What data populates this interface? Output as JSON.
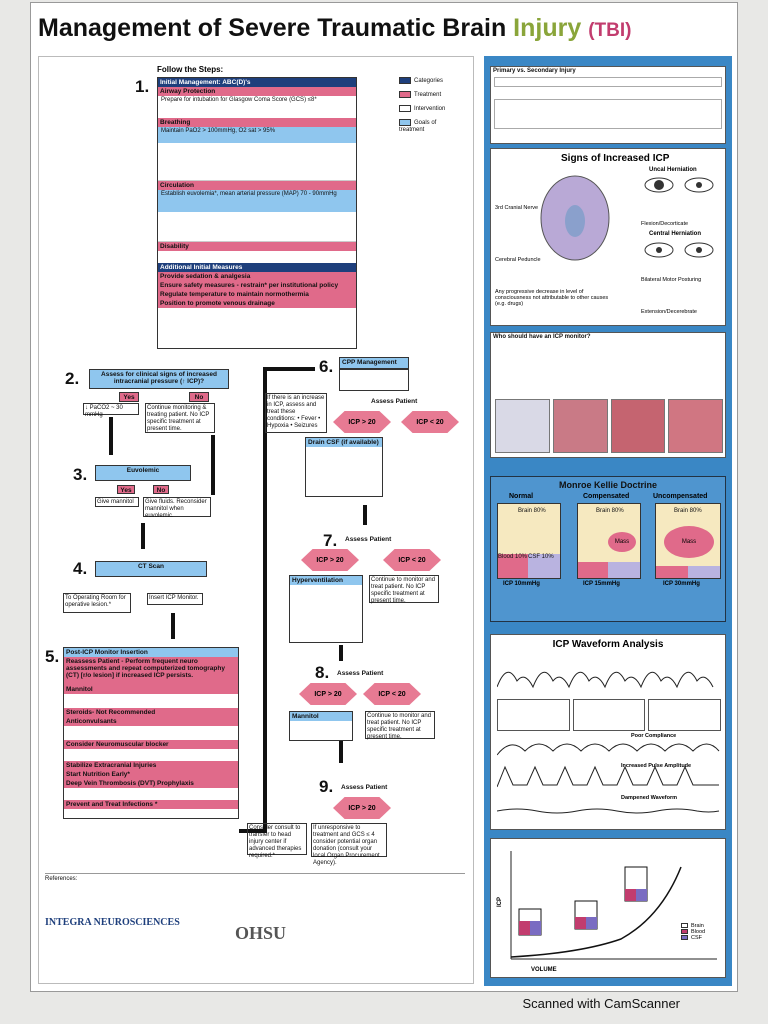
{
  "title": {
    "main": "Management of Severe Traumatic Brain",
    "injury": "Injury",
    "abbr": "(TBI)"
  },
  "legend": {
    "categories": "Categories",
    "treatment": "Treatment",
    "intervention": "Intervention",
    "goals": "Goals of treatment"
  },
  "step1": {
    "heading": "Follow the Steps:",
    "num": "1.",
    "items": [
      "Initial Management: ABC(D)'s",
      "Airway Protection",
      "Breathing",
      "Circulation",
      "Disability",
      "Additional Initial Measures",
      "Provide sedation & analgesia",
      "Ensure safety measures - restrain* per institutional policy",
      "Regulate temperature to maintain normothermia",
      "Position to promote venous drainage"
    ],
    "airway_text": "Prepare for intubation for Glasgow Coma Score (GCS) ≤8*",
    "breathing_text": "Maintain PaO2 > 100mmHg, O2 sat > 95%",
    "circ_text": "Establish euvolemia*, mean arterial pressure (MAP) 70 - 90mmHg"
  },
  "step2": {
    "num": "2.",
    "label": "Assess for clinical signs of increased intracranial pressure (↑ ICP)?",
    "yes": "Yes",
    "no": "No",
    "yes_box": "↓ PaCO2 ~ 30 mmHg",
    "no_box": "Continue monitoring & treating patient. No ICP specific treatment at present time."
  },
  "step3": {
    "num": "3.",
    "label": "Euvolemic",
    "yes": "Yes",
    "no": "No",
    "yes_box": "Give mannitol",
    "no_box": "Give fluids. Reconsider mannitol when euvolemic."
  },
  "step4": {
    "num": "4.",
    "label": "CT Scan",
    "left_box": "To Operating Room for operative lesion.*",
    "right_box": "Insert ICP Monitor."
  },
  "step5": {
    "num": "5.",
    "label": "Post-ICP Monitor Insertion",
    "items": [
      "Reassess Patient - Perform frequent neuro assessments and repeat computerized tomography (CT) [r/o lesion] if increased ICP persists.",
      "Mannitol",
      "Steroids- Not Recommended",
      "Anticonvulsants",
      "Consider Neuromuscular blocker",
      "Stabilize Extracranial Injuries",
      "Start Nutrition Early*",
      "Deep Vein Thrombosis (DVT) Prophylaxis",
      "Prevent and Treat Infections *"
    ]
  },
  "step6": {
    "num": "6.",
    "label": "CPP Management",
    "assess": "Assess Patient",
    "left": "ICP > 20",
    "right": "ICP < 20",
    "drain": "Drain CSF (if available)",
    "increase": "If there is an increase in ICP, assess and treat these conditions: • Fever • Hypoxia • Seizures"
  },
  "step7": {
    "num": "7.",
    "assess": "Assess Patient",
    "left": "ICP > 20",
    "right": "ICP < 20",
    "hyper": "Hyperventilation",
    "cont": "Continue to monitor and treat patient. No ICP specific treatment at present time."
  },
  "step8": {
    "num": "8.",
    "assess": "Assess Patient",
    "left": "ICP > 20",
    "right": "ICP < 20",
    "mannitol": "Mannitol",
    "cont": "Continue to monitor and treat patient. No ICP specific treatment at present time."
  },
  "step9": {
    "num": "9.",
    "assess": "Assess Patient",
    "center": "ICP > 20",
    "left_box": "Consider consult to transfer to head injury center if advanced therapies required.*",
    "right_box": "If unresponsive to treatment and GCS ≤ 4 consider potential organ donation (consult your local Organ Procurement Agency)."
  },
  "right": {
    "primary": "Primary vs. Secondary Injury",
    "signs": "Signs of Increased ICP",
    "uncal": "Uncal Herniation",
    "central": "Central Herniation",
    "cranial": "3rd Cranial Nerve",
    "peduncle": "Cerebral Peduncle",
    "flexion": "Flexion/Decorticate",
    "extension": "Extension/Decerebrate",
    "bilateral": "Bilateral Motor Posturing",
    "progressive": "Any progressive decrease in level of consciousness not attributable to other causes (e.g. drugs)",
    "monitor_q": "Who should have an ICP monitor?",
    "monroe": "Monroe Kellie Doctrine",
    "normal": "Normal",
    "compensated": "Compensated",
    "uncompensated": "Uncompensated",
    "brain": "Brain 80%",
    "blood": "Blood 10%",
    "csf": "CSF 10%",
    "mass": "Mass",
    "icp10": "ICP 10mmHg",
    "icp15": "ICP 15mmHg",
    "icp30": "ICP 30mmHg",
    "waveform": "ICP Waveform Analysis",
    "poor": "Poor Compliance",
    "pulse": "Increased Pulse Amplitude",
    "dampened": "Dampened Waveform",
    "volume": "VOLUME",
    "icp": "ICP",
    "leg_brain": "Brain",
    "leg_blood": "Blood",
    "leg_csf": "CSF"
  },
  "footer": {
    "company": "INTEGRA NEUROSCIENCES",
    "ohsu": "OHSU",
    "scanned": "Scanned with CamScanner",
    "refs": "References:"
  },
  "colors": {
    "blue": "#3a87c5",
    "pink": "#e06a8a",
    "navy": "#1e3f7c",
    "light_blue": "#8fc6ee"
  }
}
